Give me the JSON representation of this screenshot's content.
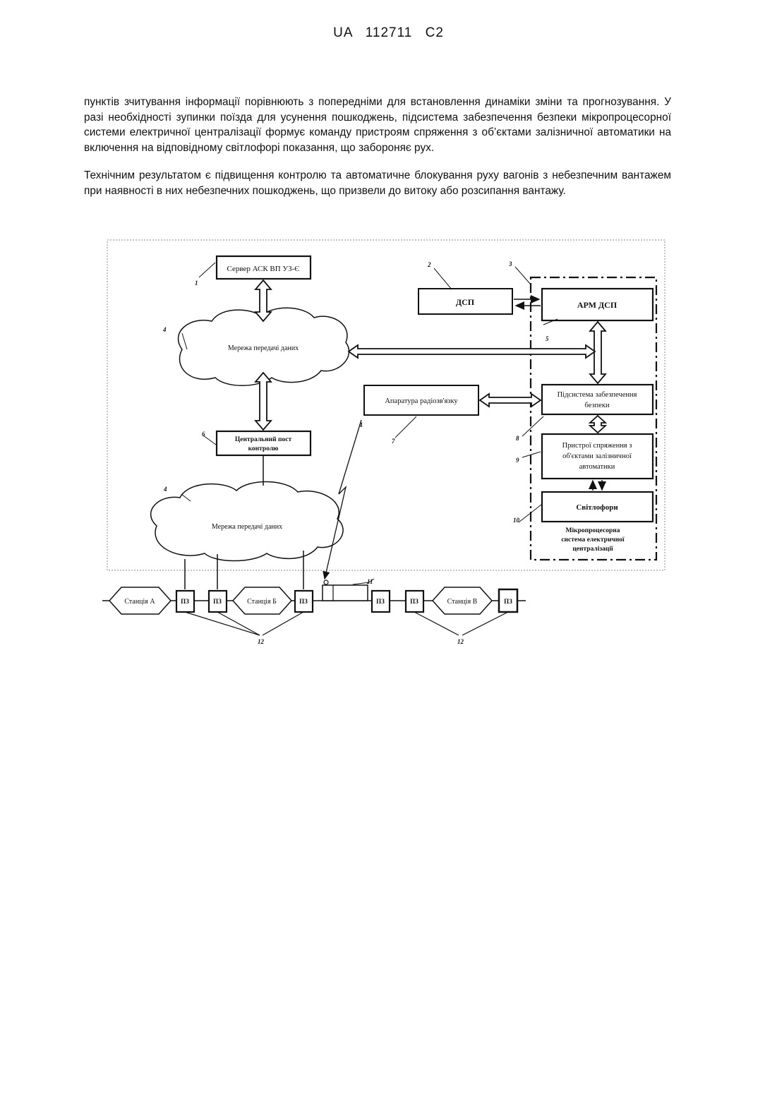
{
  "header": "UA   112711   C2",
  "paragraphs": [
    "пунктів зчитування інформації порівнюють з попередніми для встановлення динаміки зміни та прогнозування. У разі необхідності зупинки поїзда для усунення пошкоджень, підсистема забезпечення безпеки мікропроцесорної системи електричної централізації формує команду пристроям спряження з об’єктами залізничної автоматики на включення на відповідному світлофорі показання, що забороняє рух.",
    "Технічним результатом є підвищення контролю та автоматичне блокування руху вагонів з небезпечним вантажем при наявності в них небезпечних пошкоджень, що призвели до витоку або розсипання вантажу."
  ],
  "figure": {
    "server": "Сервер АСК ВП УЗ-Є",
    "dsp": "ДСП",
    "arm_dsp": "АРМ ДСП",
    "network_top": "Мережа передачі даних",
    "network_bottom": "Мережа передачі даних",
    "radio": "Апаратура радіозв'язку",
    "central_post": [
      "Центральний пост",
      "контролю"
    ],
    "safety": [
      "Підсистема забезпечення",
      "безпеки"
    ],
    "interface": [
      "Пристрої спряження з",
      "об'єктами залізничної",
      "автоматики"
    ],
    "signals": "Світлофори",
    "mpc": [
      "Мікропроцесорна",
      "система електричної",
      "централізації"
    ],
    "station_a": "Станція А",
    "station_b": "Станція Б",
    "station_v": "Станція В",
    "pz": "ПЗ",
    "numbers": {
      "n1": "1",
      "n2": "2",
      "n3": "3",
      "n4a": "4",
      "n4b": "4",
      "n5": "5",
      "n6": "6",
      "n7": "7",
      "n8": "8",
      "n9": "9",
      "n10": "10",
      "n11": "11",
      "n12a": "12",
      "n12b": "12"
    }
  }
}
